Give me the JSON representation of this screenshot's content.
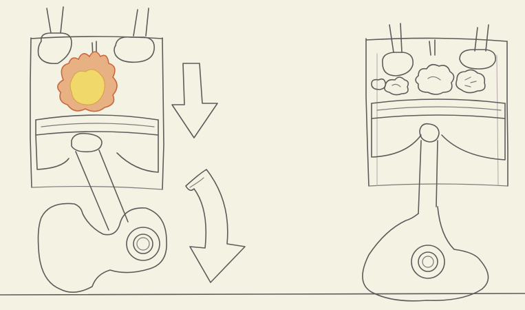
{
  "scene": {
    "paper_color": "#f4f2e2",
    "pencil_color": "#5b5b5b",
    "flame_outer_color": "#c9673e",
    "flame_inner_color": "#f0d86a",
    "engines": [
      {
        "id": "power-stroke",
        "has_flame": true,
        "has_exhaust_puffs": false,
        "arrows": [
          "down-straight",
          "down-curved"
        ]
      },
      {
        "id": "exhaust-state",
        "has_flame": false,
        "has_exhaust_puffs": true,
        "arrows": []
      }
    ]
  }
}
